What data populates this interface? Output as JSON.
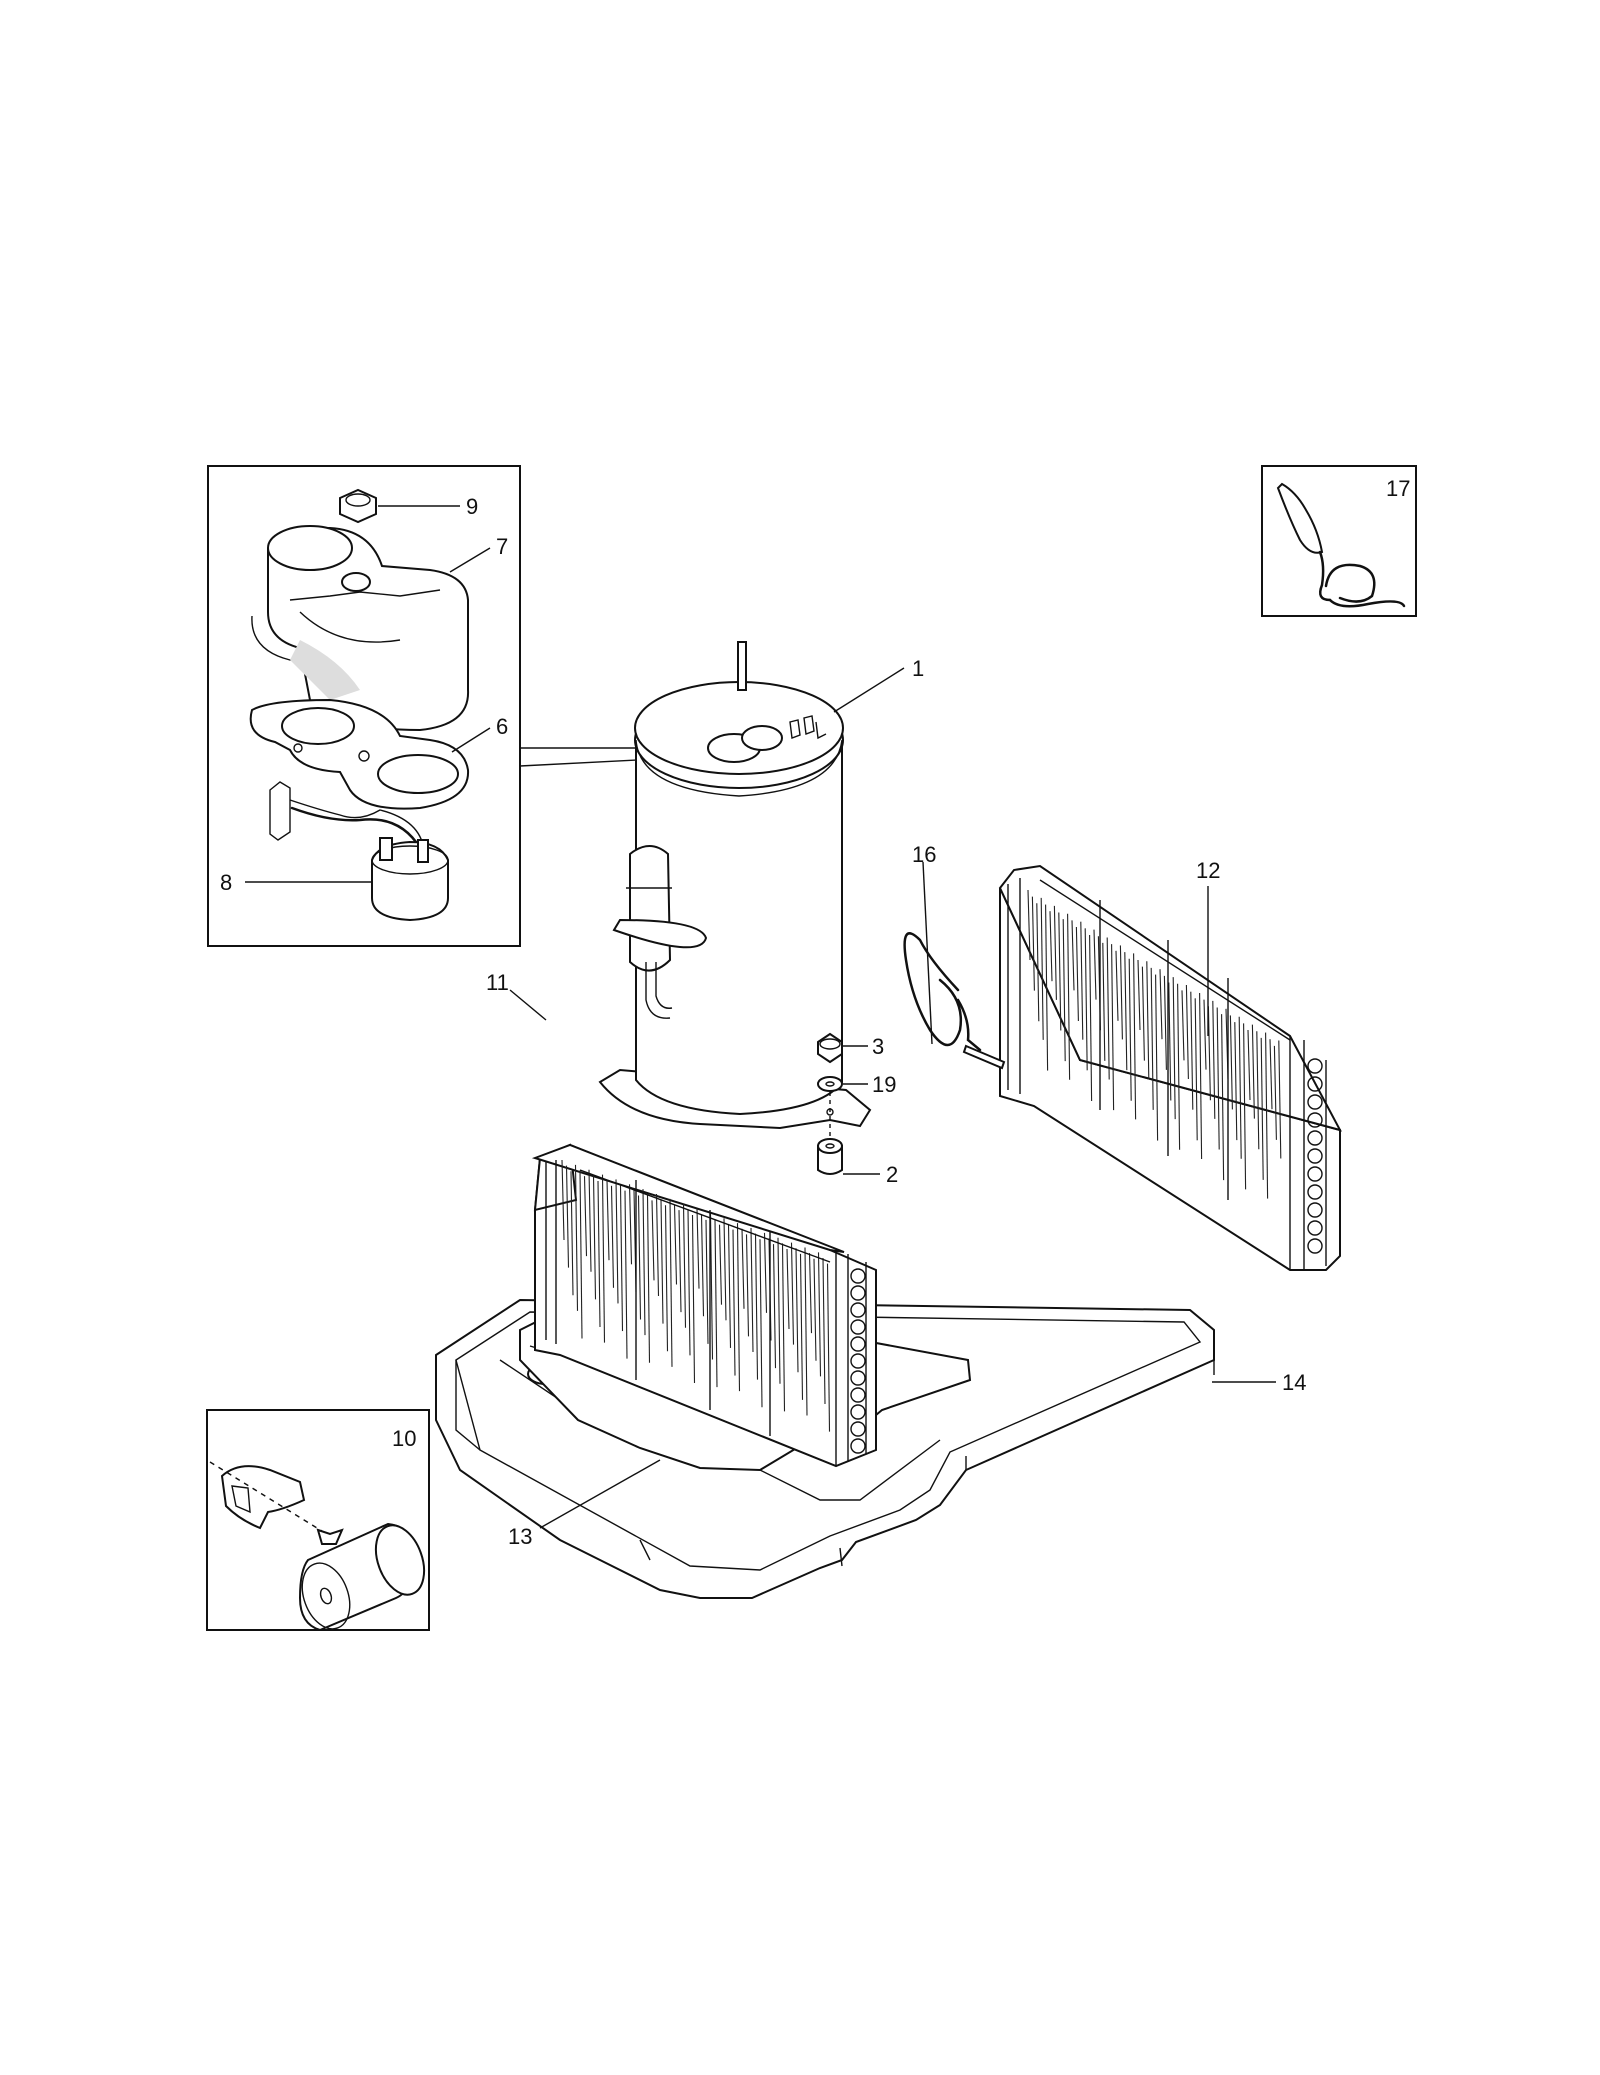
{
  "diagram": {
    "callouts": [
      {
        "id": "c1",
        "label": "1"
      },
      {
        "id": "c2",
        "label": "2"
      },
      {
        "id": "c3",
        "label": "3"
      },
      {
        "id": "c6",
        "label": "6"
      },
      {
        "id": "c7",
        "label": "7"
      },
      {
        "id": "c8",
        "label": "8"
      },
      {
        "id": "c9",
        "label": "9"
      },
      {
        "id": "c10",
        "label": "10"
      },
      {
        "id": "c11",
        "label": "11"
      },
      {
        "id": "c12",
        "label": "12"
      },
      {
        "id": "c13",
        "label": "13"
      },
      {
        "id": "c14",
        "label": "14"
      },
      {
        "id": "c16",
        "label": "16"
      },
      {
        "id": "c17",
        "label": "17"
      },
      {
        "id": "c19",
        "label": "19"
      }
    ]
  }
}
